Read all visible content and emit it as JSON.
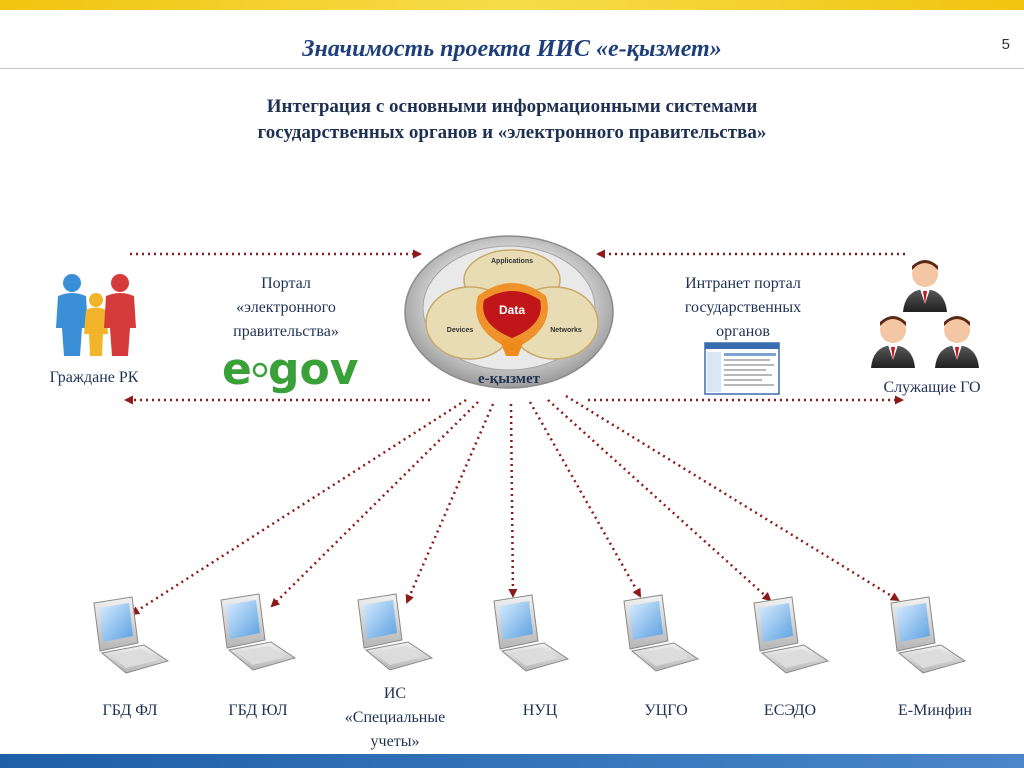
{
  "slide": {
    "title": "Значимость проекта ИИС «е-қызмет»",
    "page_number": "5",
    "subtitle_line1": "Интеграция с основными информационными системами",
    "subtitle_line2": "государственных органов и «электронного правительства»"
  },
  "hub": {
    "label": "е-қызмет",
    "segments": [
      "Applications",
      "Devices",
      "Networks",
      "Data"
    ]
  },
  "left": {
    "citizens_label": "Граждане РК",
    "portal_line1": "Портал",
    "portal_line2": "«электронного",
    "portal_line3": "правительства»",
    "logo_text": "gov"
  },
  "right": {
    "intranet_line1": "Интранет портал",
    "intranet_line2": "государственных",
    "intranet_line3": "органов",
    "employees_label": "Служащие ГО"
  },
  "systems": [
    {
      "label": "ГБД ФЛ"
    },
    {
      "label": "ГБД ЮЛ"
    },
    {
      "label": "ИС",
      "line2": "«Специальные",
      "line3": "учеты»"
    },
    {
      "label": "НУЦ"
    },
    {
      "label": "УЦГО"
    },
    {
      "label": "ЕСЭДО"
    },
    {
      "label": "Е-Минфин"
    }
  ],
  "colors": {
    "title": "#1f3f7a",
    "arrow": "#8b1a1a",
    "citizen_blue": "#3b8fd6",
    "citizen_yellow": "#f2b42a",
    "citizen_red": "#d63b3b",
    "egov_green": "#3aa13a",
    "hub_red": "#c0161a",
    "hub_orange": "#f08a1c"
  }
}
